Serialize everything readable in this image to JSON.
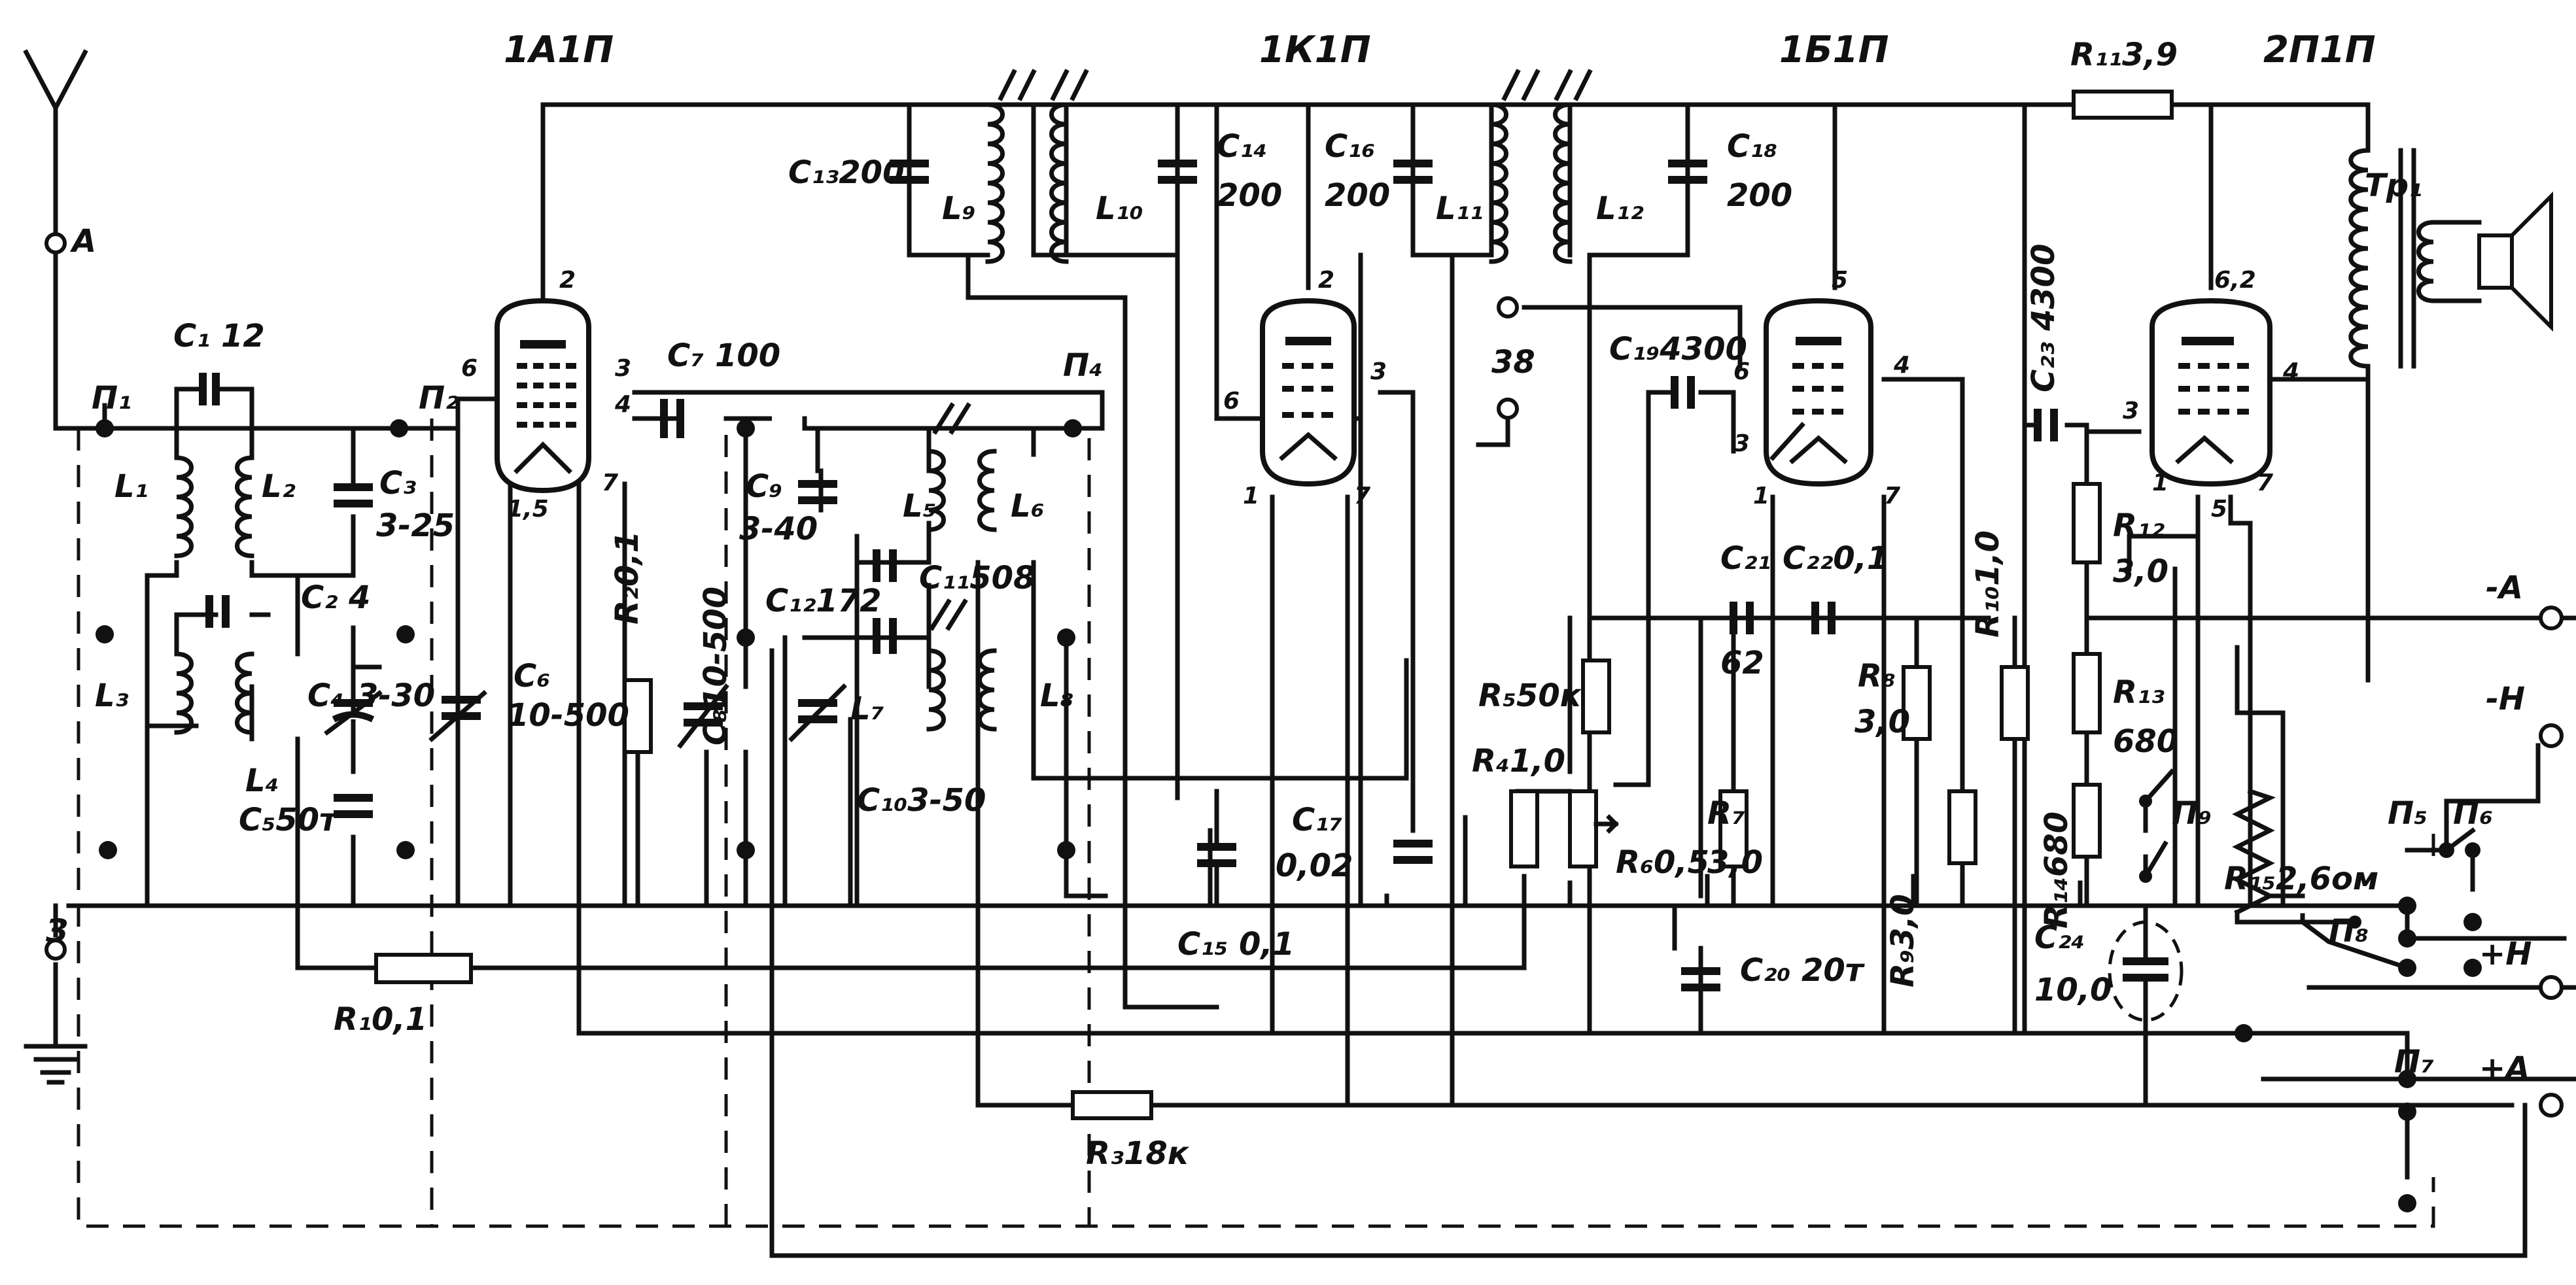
{
  "tubes": [
    "1А1П",
    "1К1П",
    "1Б1П",
    "2П1П"
  ],
  "pins": {
    "t1": [
      "2",
      "6",
      "3",
      "4",
      "7",
      "1,5"
    ],
    "t2": [
      "2",
      "6",
      "3",
      "1",
      "7"
    ],
    "t3": [
      "5",
      "6",
      "4",
      "3",
      "1",
      "7"
    ],
    "t4": [
      "6,2",
      "3",
      "4",
      "1",
      "5",
      "7"
    ]
  },
  "labels": {
    "antenna": "А",
    "ground": "З",
    "p1": "П₁",
    "p2": "П₂",
    "p4": "П₄",
    "p5": "П₅",
    "p6": "П₆",
    "p7": "П₇",
    "p8": "П₈",
    "p9": "П₉",
    "c1": "C₁ 12",
    "c2": "C₂ 4",
    "c3": "C₃",
    "c3v": "3-25",
    "c4": "C₄",
    "c4v": "3-30",
    "c5": "C₅50т",
    "c6": "C₆",
    "c6v": "10-500",
    "c7": "C₇ 100",
    "c8": "C₈10-500",
    "c9": "C₉",
    "c9v": "3-40",
    "c10": "C₁₀3-50",
    "c11": "C₁₁508",
    "c12": "C₁₂172",
    "c13": "C₁₃200",
    "c14": "C₁₄",
    "c14v": "200",
    "c15": "C₁₅ 0,1",
    "c16": "C₁₆",
    "c16v": "200",
    "c17": "C₁₇",
    "c17v": "0,02",
    "c18": "C₁₈",
    "c18v": "200",
    "c19": "C₁₉4300",
    "c20": "C₂₀ 20т",
    "c21": "C₂₁",
    "c21v": "62",
    "c22": "C₂₂0,1",
    "c23": "C₂₃ 4300",
    "c24": "C₂₄",
    "c24v": "10,0",
    "l1": "L₁",
    "l2": "L₂",
    "l3": "L₃",
    "l4": "L₄",
    "l5": "L₅",
    "l6": "L₆",
    "l7": "L₇",
    "l8": "L₈",
    "l9": "L₉",
    "l10": "L₁₀",
    "l11": "L₁₁",
    "l12": "L₁₂",
    "r1": "R₁0,1",
    "r2": "R₂0,1",
    "r3": "R₃18к",
    "r4": "R₄1,0",
    "r5": "R₅50к",
    "r6": "R₆0,5",
    "r7": "R₇",
    "r7v": "3,0",
    "r8": "R₈",
    "r8v": "3,0",
    "r9": "R₉3,0",
    "r10": "R₁₀1,0",
    "r11": "R₁₁3,9",
    "r12": "R₁₂",
    "r12v": "3,0",
    "r13": "R₁₃",
    "r13v": "680",
    "r14": "R₁₄680",
    "r15": "R₁₅2,6ом",
    "tr1": "Tр₁",
    "j38": "38",
    "minusA": "-А",
    "minusN": "-Н",
    "plusN": "+Н",
    "plusA": "+А"
  }
}
